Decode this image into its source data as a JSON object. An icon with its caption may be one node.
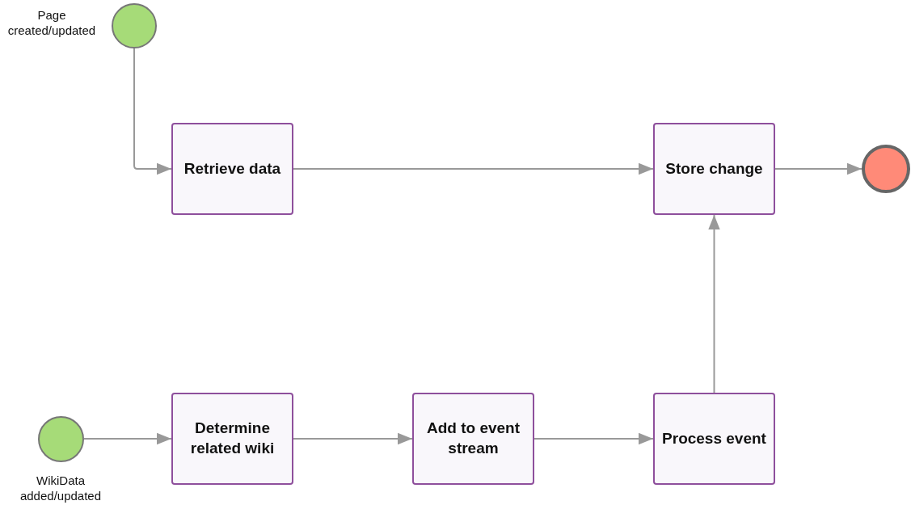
{
  "diagram": {
    "nodes": [
      {
        "text": [],
        "shape": "circle",
        "beside": [
          "Page created/updated"
        ]
      },
      {
        "text": [
          "Retrieve data"
        ]
      },
      {
        "text": [
          "Store change"
        ]
      },
      {
        "text": [],
        "shape": "circle"
      },
      {
        "text": [],
        "shape": "circle",
        "beside": [
          "WikiData added/updated"
        ]
      },
      {
        "text": [
          "Determine related wiki"
        ]
      },
      {
        "text": [
          "Add to event stream"
        ]
      },
      {
        "text": [
          "Process event"
        ]
      }
    ],
    "edges": [
      {
        "from": 0,
        "to": 1,
        "arrow": "to"
      },
      {
        "from": 1,
        "to": 2,
        "arrow": "to"
      },
      {
        "from": 2,
        "to": 3,
        "arrow": "to"
      },
      {
        "from": 4,
        "to": 5,
        "arrow": "to"
      },
      {
        "from": 5,
        "to": 6,
        "arrow": "to"
      },
      {
        "from": 6,
        "to": 7,
        "arrow": "to"
      },
      {
        "from": 7,
        "to": 2,
        "arrow": "to"
      }
    ]
  }
}
